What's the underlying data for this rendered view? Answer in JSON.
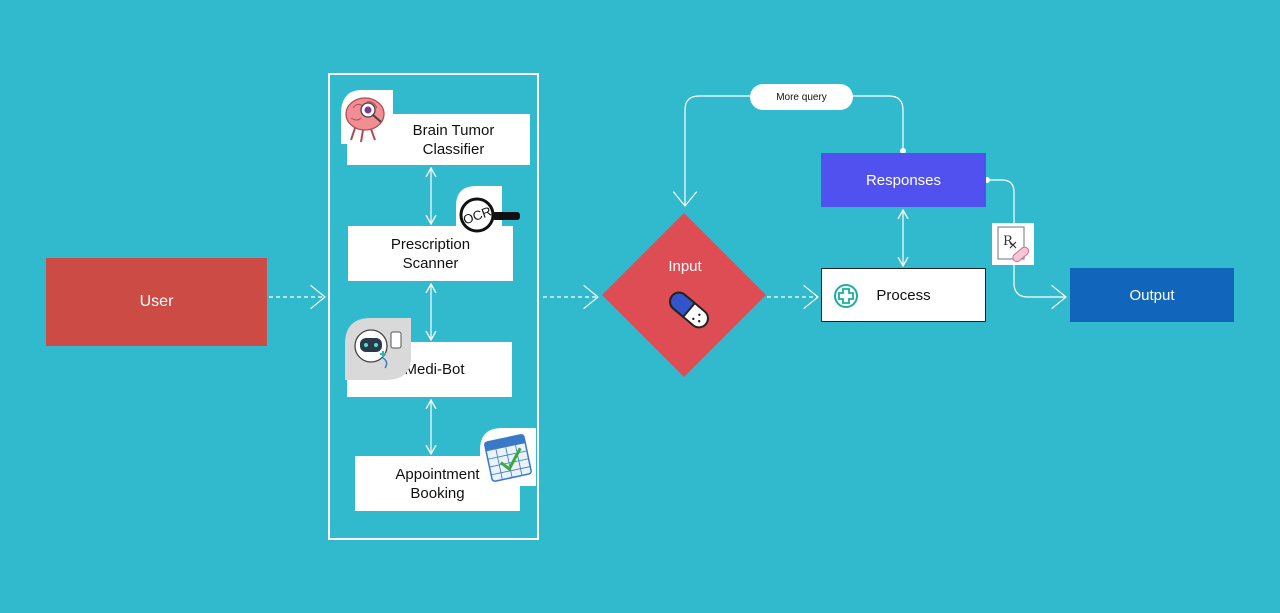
{
  "nodes": {
    "user": "User",
    "brain_tumor": "Brain Tumor Classifier",
    "prescription": "Prescription Scanner",
    "medibot": "Medi-Bot",
    "appointment": "Appointment Booking",
    "input": "Input",
    "responses": "Responses",
    "process": "Process",
    "output": "Output",
    "more_query": "More query"
  },
  "icons": {
    "brain": "brain-mascot-icon",
    "ocr": "ocr-magnifier-icon",
    "robot": "medical-robot-icon",
    "calendar": "calendar-check-icon",
    "capsule": "capsule-icon",
    "medical_cross": "medical-cross-icon",
    "rx": "prescription-rx-icon",
    "ocr_text": "OCR"
  },
  "colors": {
    "background": "#31BACE",
    "user": "#CD4B45",
    "input": "#DD4D53",
    "responses": "#5051EE",
    "output": "#1166BB"
  }
}
